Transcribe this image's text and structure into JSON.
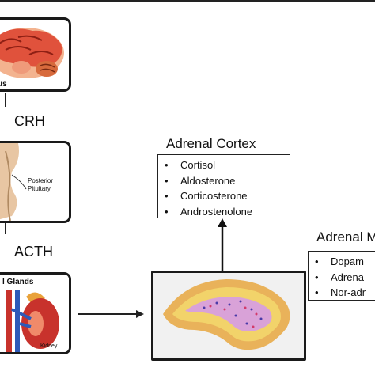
{
  "steps": {
    "crh": "CRH",
    "acth": "ACTH"
  },
  "images": {
    "brain_label": "us",
    "pituitary_label_line1": "Posterior",
    "pituitary_label_line2": "Pituitary",
    "adrenal_label": "l Glands",
    "kidney_label": "Kidney"
  },
  "cortex": {
    "title": "Adrenal Cortex",
    "items": [
      "Cortisol",
      "Aldosterone",
      "Corticosterone",
      "Androstenolone"
    ]
  },
  "medulla": {
    "title": "Adrenal M",
    "items": [
      "Dopam",
      "Adrena",
      "Nor-adr"
    ]
  },
  "colors": {
    "brain": "#e0523c",
    "brain_light": "#f3b38f",
    "gland_outer": "#e9b25a",
    "gland_inner": "#f2d36a",
    "medulla_band": "#d9a2d8",
    "pituitary": "#e8c6a3"
  }
}
